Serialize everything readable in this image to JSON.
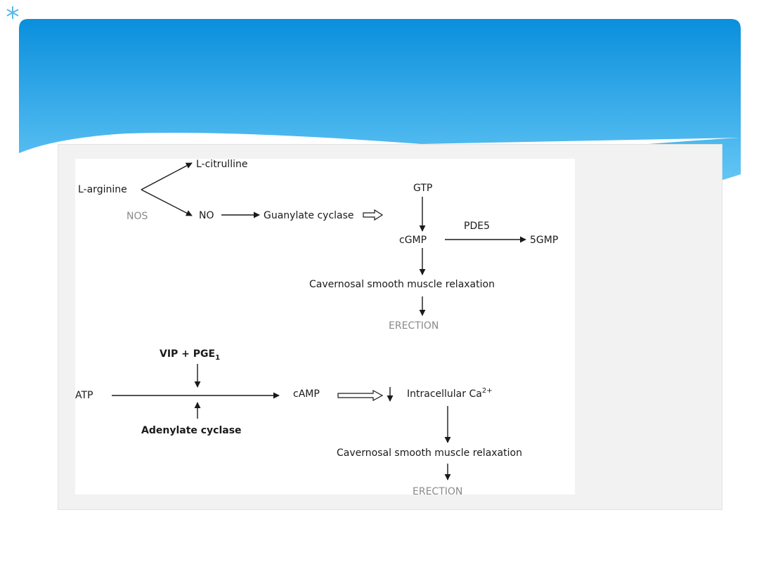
{
  "theme": {
    "header_color_top": "#0a8fdc",
    "header_color_bottom": "#6ccbf7",
    "panel_background": "#f2f2f2",
    "figure_background": "#ffffff",
    "muted_label_color": "#8a8a8a"
  },
  "header": {
    "logo_icon": "asterisk-star-icon"
  },
  "pathway_nitric_oxide": {
    "l_arginine": "L-arginine",
    "l_citrulline": "L-citrulline",
    "nos": "NOS",
    "no": "NO",
    "guanylate_cyclase": "Guanylate cyclase",
    "gtp": "GTP",
    "cgmp": "cGMP",
    "pde5": "PDE5",
    "five_gmp": "5GMP",
    "relaxation": "Cavernosal smooth muscle relaxation",
    "erection": "ERECTION"
  },
  "pathway_camp": {
    "vip_pge": "VIP + PGE",
    "vip_pge_subscript": "1",
    "atp": "ATP",
    "adenylate_cyclase": "Adenylate cyclase",
    "camp": "cAMP",
    "intracellular_ca": "Intracellular Ca",
    "ca_superscript": "2+",
    "relaxation": "Cavernosal smooth muscle relaxation",
    "erection": "ERECTION"
  }
}
